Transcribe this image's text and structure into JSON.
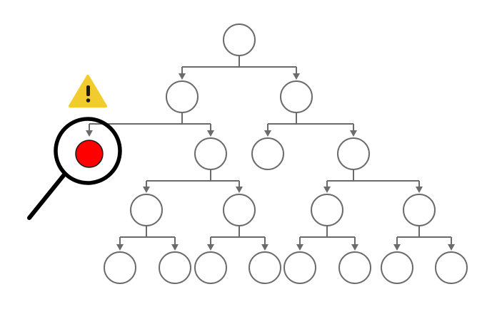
{
  "diagram": {
    "nodes": [
      {
        "id": "root",
        "state": "normal"
      },
      {
        "id": "l1-a",
        "state": "normal"
      },
      {
        "id": "l1-b",
        "state": "normal"
      },
      {
        "id": "l2-a",
        "state": "error"
      },
      {
        "id": "l2-b",
        "state": "normal"
      },
      {
        "id": "l2-c",
        "state": "normal"
      },
      {
        "id": "l2-d",
        "state": "normal"
      },
      {
        "id": "l3-a",
        "state": "normal"
      },
      {
        "id": "l3-b",
        "state": "normal"
      },
      {
        "id": "l3-c",
        "state": "normal"
      },
      {
        "id": "l3-d",
        "state": "normal"
      },
      {
        "id": "l4-a",
        "state": "normal"
      },
      {
        "id": "l4-b",
        "state": "normal"
      },
      {
        "id": "l4-c",
        "state": "normal"
      },
      {
        "id": "l4-d",
        "state": "normal"
      },
      {
        "id": "l4-e",
        "state": "normal"
      },
      {
        "id": "l4-f",
        "state": "normal"
      },
      {
        "id": "l4-g",
        "state": "normal"
      },
      {
        "id": "l4-h",
        "state": "normal"
      }
    ],
    "edges": [
      {
        "from": "root",
        "to": [
          "l1-a",
          "l1-b"
        ]
      },
      {
        "from": "l1-a",
        "to": [
          "l2-a",
          "l2-b"
        ]
      },
      {
        "from": "l1-b",
        "to": [
          "l2-c",
          "l2-d"
        ]
      },
      {
        "from": "l2-b",
        "to": [
          "l3-a",
          "l3-b"
        ]
      },
      {
        "from": "l2-d",
        "to": [
          "l3-c",
          "l3-d"
        ]
      },
      {
        "from": "l3-a",
        "to": [
          "l4-a",
          "l4-b"
        ]
      },
      {
        "from": "l3-b",
        "to": [
          "l4-c",
          "l4-d"
        ]
      },
      {
        "from": "l3-c",
        "to": [
          "l4-e",
          "l4-f"
        ]
      },
      {
        "from": "l3-d",
        "to": [
          "l4-g",
          "l4-h"
        ]
      }
    ],
    "highlighted_node": "l2-a",
    "icons": {
      "warning": "warning-icon",
      "magnifier": "magnifying-glass-icon"
    },
    "colors": {
      "stroke": "#6b6b6b",
      "node_fill": "#ffffff",
      "error_fill": "#ff0000",
      "warning_fill": "#f2cc2c",
      "warning_mark": "#1a1a1a",
      "magnifier": "#000000"
    }
  }
}
